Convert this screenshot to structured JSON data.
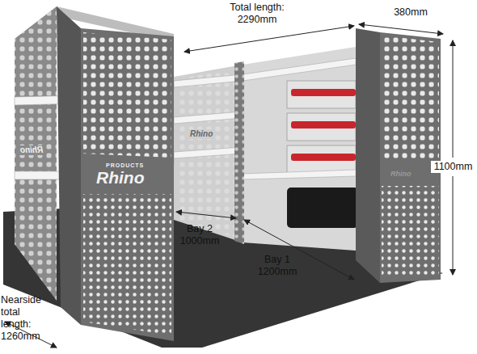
{
  "diagram": {
    "labels": [
      "Total length: 2290mm",
      "380mm",
      "1100mm",
      "Bay 2 1000mm",
      "Bay 1 1200mm",
      "Nearside total length: 1260mm",
      "PRODUCTS",
      "Rhino",
      "Rhino",
      "Rhino",
      "Rhino"
    ]
  }
}
